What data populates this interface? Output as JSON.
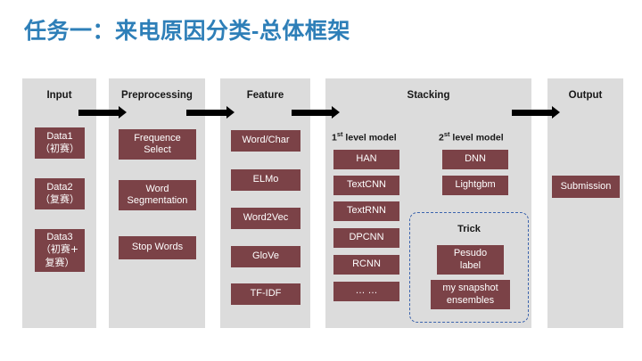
{
  "slide": {
    "title": "任务一：来电原因分类-总体框架",
    "title_color": "#2e7fb8",
    "background": "#ffffff"
  },
  "colors": {
    "panel_gray": "#dcdcdc",
    "box_maroon": "#7b4247",
    "box_text": "#ffffff",
    "arrow_black": "#000000",
    "trick_border_blue": "#3c64ad"
  },
  "stages": {
    "input": {
      "title": "Input",
      "boxes": [
        {
          "label": "Data1\n（初赛）",
          "line1": "Data1",
          "line2": "（初赛）"
        },
        {
          "label": "Data2\n（复赛）",
          "line1": "Data2",
          "line2": "（复赛）"
        },
        {
          "label": "Data3\n（初赛+\n复赛）",
          "line1": "Data3",
          "line2": "（初赛+",
          "line3": "复赛）"
        }
      ]
    },
    "preprocessing": {
      "title": "Preprocessing",
      "boxes": [
        {
          "line1": "Frequence",
          "line2": "Select"
        },
        {
          "line1": "Word",
          "line2": "Segmentation"
        },
        {
          "line1": "Stop Words"
        }
      ]
    },
    "feature": {
      "title": "Feature",
      "boxes": [
        {
          "line1": "Word/Char"
        },
        {
          "line1": "ELMo"
        },
        {
          "line1": "Word2Vec"
        },
        {
          "line1": "GloVe"
        },
        {
          "line1": "TF-IDF"
        }
      ]
    },
    "stacking": {
      "title": "Stacking",
      "level1": {
        "title_main": "1",
        "title_sup": "st",
        "title_rest": " level model",
        "boxes": [
          {
            "line1": "HAN"
          },
          {
            "line1": "TextCNN"
          },
          {
            "line1": "TextRNN"
          },
          {
            "line1": "DPCNN"
          },
          {
            "line1": "RCNN"
          },
          {
            "line1": "… …"
          }
        ]
      },
      "level2": {
        "title_main": "2",
        "title_sup": "st",
        "title_rest": " level model",
        "boxes": [
          {
            "line1": "DNN"
          },
          {
            "line1": "Lightgbm"
          }
        ]
      },
      "trick": {
        "title": "Trick",
        "boxes": [
          {
            "line1": "Pesudo",
            "line2": "label"
          },
          {
            "line1": "my snapshot",
            "line2": "ensembles"
          }
        ]
      }
    },
    "output": {
      "title": "Output",
      "boxes": [
        {
          "line1": "Submission"
        }
      ]
    }
  },
  "arrows": [
    {
      "name": "input-to-preprocessing"
    },
    {
      "name": "preprocessing-to-feature"
    },
    {
      "name": "feature-to-stacking"
    },
    {
      "name": "stacking-to-output"
    }
  ]
}
